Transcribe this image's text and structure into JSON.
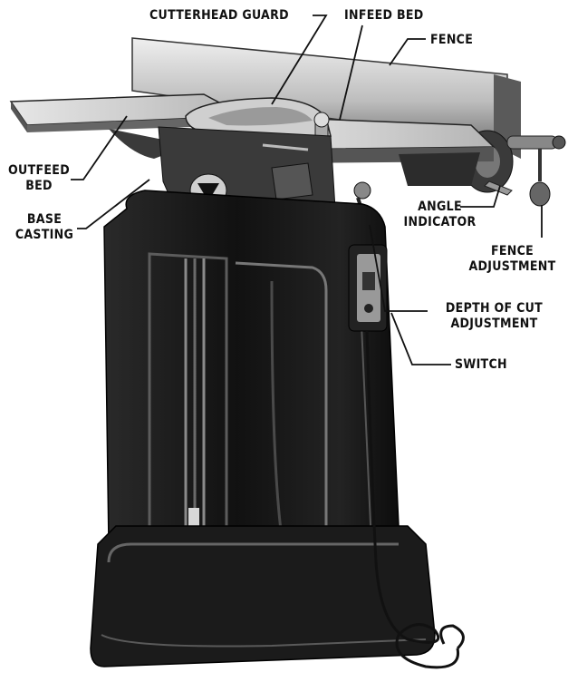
{
  "labels": {
    "cutterhead_guard": "CUTTERHEAD GUARD",
    "infeed_bed": "INFEED BED",
    "fence": "FENCE",
    "outfeed_bed": [
      "OUTFEED",
      "BED"
    ],
    "base_casting": [
      "BASE",
      "CASTING"
    ],
    "angle_indicator": [
      "ANGLE",
      "INDICATOR"
    ],
    "fence_adjustment": [
      "FENCE",
      "ADJUSTMENT"
    ],
    "depth_of_cut_adjustment": [
      "DEPTH OF CUT",
      "ADJUSTMENT"
    ],
    "switch": "SWITCH"
  },
  "colors": {
    "ink": "#111111",
    "cabinet": "#1a1a1a",
    "metal_light": "#d8d8d8",
    "metal_mid": "#9a9a9a"
  },
  "icons": {
    "machine": "jointer-illustration",
    "leaders": "callout-leader-lines"
  }
}
